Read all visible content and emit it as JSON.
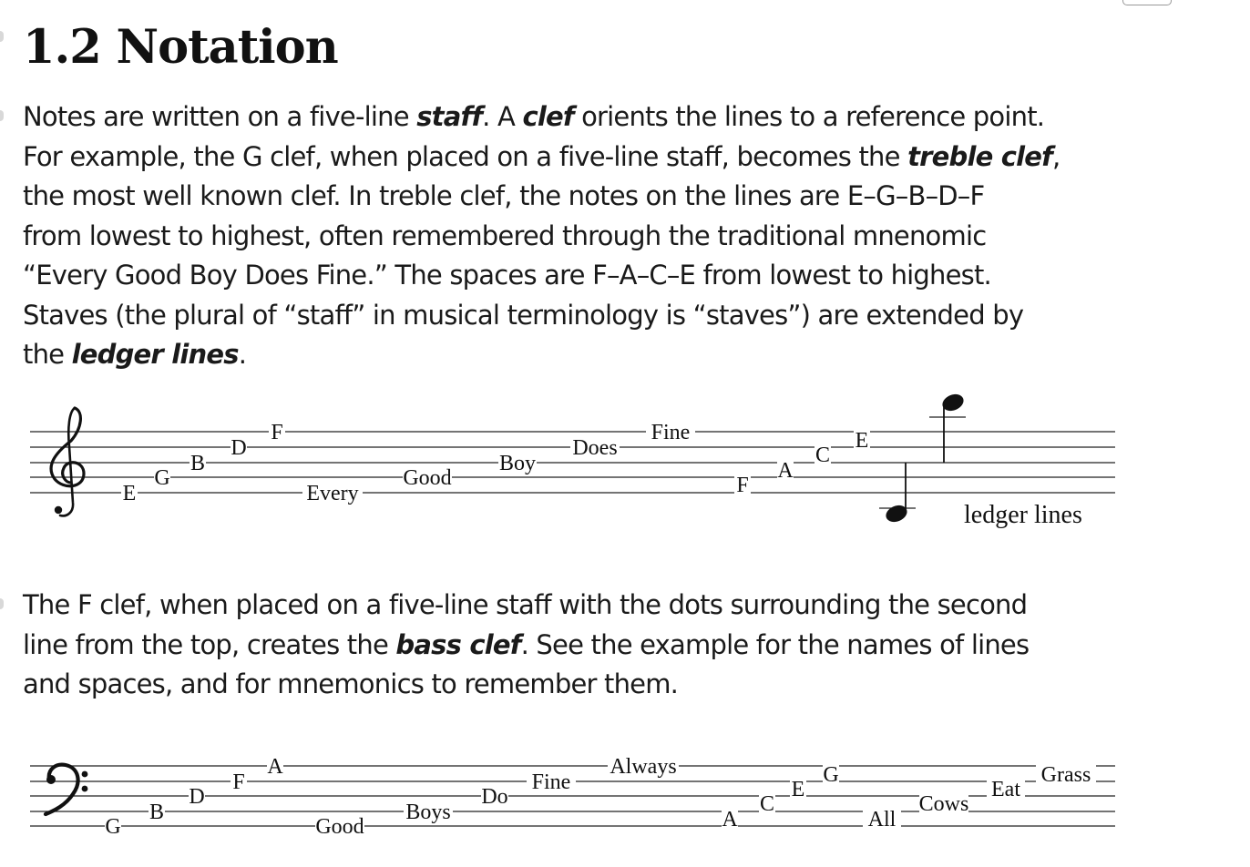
{
  "section": {
    "title": "1.2 Notation"
  },
  "paragraph1": {
    "t1": "Notes are written on a five-line ",
    "k1": "staff",
    "t2": ". A ",
    "k2": "clef",
    "t3": " orients the lines to a reference point.",
    "t4": "For example, the G clef, when placed on a five-line staff, becomes the ",
    "k3": "treble clef",
    "t5": ",",
    "t6": "the most well known clef. In treble clef, the notes on the lines are E–G–B–D–F",
    "t7": "from lowest to highest, often remembered through the traditional mnenomic",
    "t8": "“Every Good Boy Does Fine.” The spaces are F–A–C–E from lowest to highest.",
    "t9": "Staves (the plural of “staff” in musical terminology is “staves”) are extended by",
    "t10": "the ",
    "k4": "ledger lines",
    "t11": "."
  },
  "paragraph2": {
    "t1": "The F clef, when placed on a five-line staff with the dots surrounding the second",
    "t2": "line from the top, creates the ",
    "k1": "bass clef",
    "t3": ". See the example for the names of lines",
    "t4": "and spaces, and for mnemonics to remember them."
  },
  "treble_staff": {
    "clef_icon": "treble-clef-icon",
    "labels": [
      "E",
      "G",
      "B",
      "D",
      "F",
      "Every",
      "Good",
      "Boy",
      "Does",
      "Fine",
      "F",
      "A",
      "C",
      "E"
    ],
    "ledger_caption": "ledger lines"
  },
  "bass_staff": {
    "clef_icon": "bass-clef-icon",
    "labels": [
      "G",
      "B",
      "D",
      "F",
      "A",
      "Good",
      "Boys",
      "Do",
      "Fine",
      "Always",
      "A",
      "C",
      "E",
      "G",
      "All",
      "Cows",
      "Eat",
      "Grass"
    ]
  }
}
